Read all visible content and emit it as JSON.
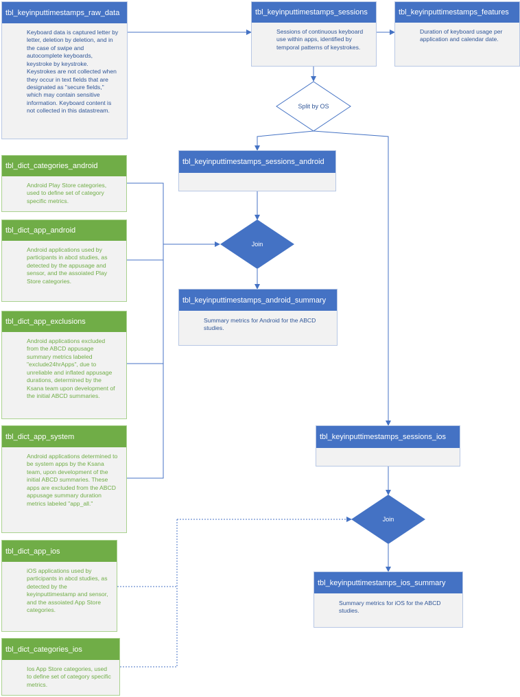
{
  "nodes": {
    "raw_data": {
      "title": "tbl_keyinputtimestamps_raw_data",
      "desc": "Keyboard data is captured letter by letter, deletion by deletion, and in the case of swipe and autocomplete keyboards, keystroke by keystroke. Keystrokes are not collected when they occur in text fields that are designated as \"secure fields,\" which may contain sensitive information. Keyboard content is not collected in this datastream."
    },
    "sessions": {
      "title": "tbl_keyinputtimestamps_sessions",
      "desc": "Sessions of continuous keyboard use within apps, identified by temporal patterns of keystrokes."
    },
    "features": {
      "title": "tbl_keyinputtimestamps_features",
      "desc": "Duration of keyboard usage per application and calendar date."
    },
    "split": {
      "label": "Split by OS"
    },
    "sessions_android": {
      "title": "tbl_keyinputtimestamps_sessions_android"
    },
    "join_android": {
      "label": "Join"
    },
    "android_summary": {
      "title": "tbl_keyinputtimestamps_android_summary",
      "desc": "Summary metrics for Android for the ABCD studies."
    },
    "sessions_ios": {
      "title": "tbl_keyinputtimestamps_sessions_ios"
    },
    "join_ios": {
      "label": "Join"
    },
    "ios_summary": {
      "title": "tbl_keyinputtimestamps_ios_summary",
      "desc": "Summary metrics for iOS  for the ABCD studies."
    },
    "dict_categories_android": {
      "title": "tbl_dict_categories_android",
      "desc": "Android Play Store categories, used to define set of category specific metrics."
    },
    "dict_app_android": {
      "title": "tbl_dict_app_android",
      "desc": "Android applications used by participants in abcd studies, as detected by the appusage and sensor, and the assoiated Play Store categories."
    },
    "dict_app_exclusions": {
      "title": "tbl_dict_app_exclusions",
      "desc": "Android applications excluded from the ABCD appusage summary metrics labeled \"exclude24hrApps\", due to unreliable and inflated appusage durations, determined by the Ksana team upon development of the initial ABCD summaries."
    },
    "dict_app_system": {
      "title": "tbl_dict_app_system",
      "desc": "Android applications determined to be system apps by the Ksana team, upon development of the initial ABCD summaries. These apps are excluded from the ABCD appusage summary duration metrics labeled \"app_all.\""
    },
    "dict_app_ios": {
      "title": "tbl_dict_app_ios",
      "desc": "iOS  applications used by participants in abcd studies, as detected by the keyinputtimestamp and sensor, and the assoiated App Store categories."
    },
    "dict_categories_ios": {
      "title": "tbl_dict_categories_ios",
      "desc": "Ios App Store categories, used to define set of category specific metrics."
    }
  },
  "colors": {
    "blue_header": "#4472c4",
    "blue_text": "#2f5597",
    "green_header": "#70ad47",
    "card_fill": "#f2f2f2",
    "connector": "#4472c4"
  }
}
